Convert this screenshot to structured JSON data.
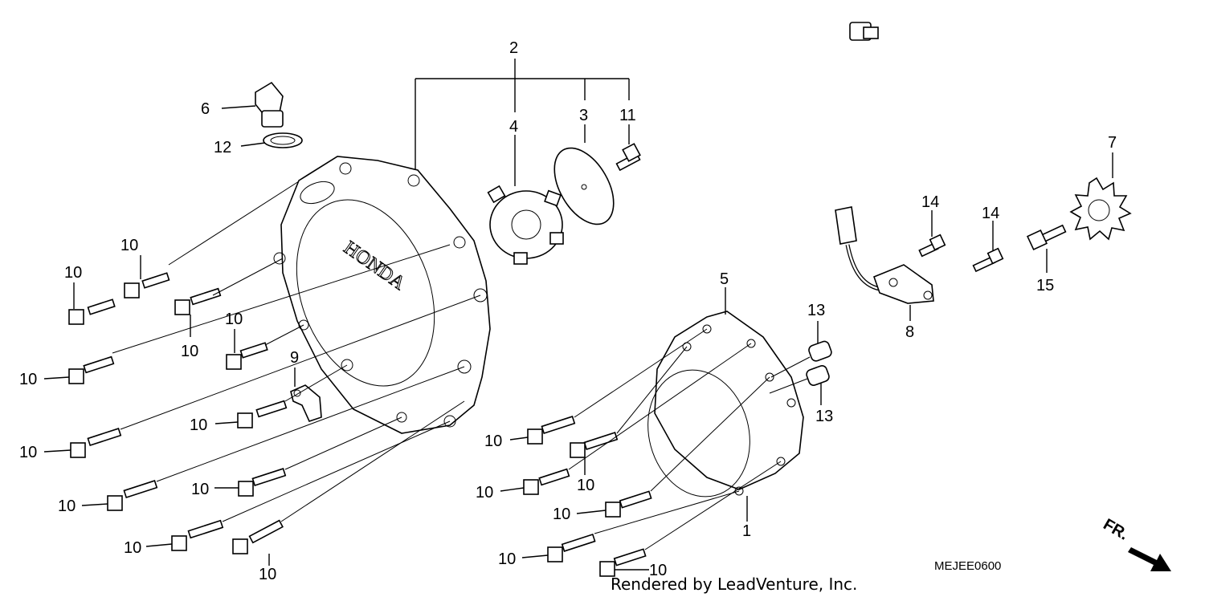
{
  "diagram": {
    "callouts": {
      "c1": "1",
      "c2": "2",
      "c3": "3",
      "c4": "4",
      "c5": "5",
      "c6": "6",
      "c7": "7",
      "c8": "8",
      "c9": "9",
      "c10a": "10",
      "c10b": "10",
      "c10c": "10",
      "c10d": "10",
      "c10e": "10",
      "c10f": "10",
      "c10g": "10",
      "c10h": "10",
      "c10i": "10",
      "c10j": "10",
      "c10k": "10",
      "c10l": "10",
      "c10m": "10",
      "c10n": "10",
      "c10o": "10",
      "c10p": "10",
      "c10q": "10",
      "c11": "11",
      "c12": "12",
      "c13a": "13",
      "c13b": "13",
      "c14a": "14",
      "c14b": "14",
      "c15": "15"
    },
    "cover_logo": "HONDA",
    "direction_label": "FR.",
    "diagram_code": "MEJEE0600",
    "footer": "Rendered by LeadVenture, Inc."
  }
}
